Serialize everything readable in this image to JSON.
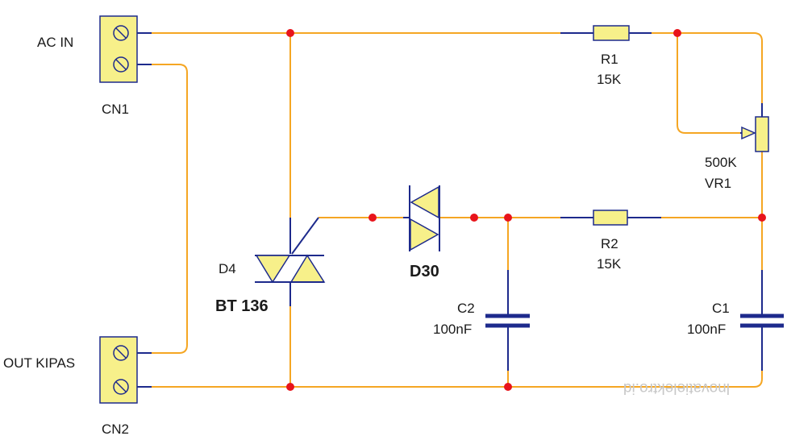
{
  "connectors": {
    "cn1": {
      "name": "CN1",
      "label": "AC IN"
    },
    "cn2": {
      "name": "CN2",
      "label": "OUT KIPAS"
    }
  },
  "resistors": {
    "r1": {
      "name": "R1",
      "value": "15K"
    },
    "r2": {
      "name": "R2",
      "value": "15K"
    },
    "vr1": {
      "name": "VR1",
      "value": "500K"
    }
  },
  "capacitors": {
    "c1": {
      "name": "C1",
      "value": "100nF"
    },
    "c2": {
      "name": "C2",
      "value": "100nF"
    }
  },
  "triac": {
    "ref": "D4",
    "part": "BT 136"
  },
  "diac": {
    "ref": "D30"
  },
  "watermark": "lnovatielektro.id",
  "colors": {
    "wire": "#f5a623",
    "lead": "#1d2a8c",
    "junction": "#e8141b",
    "body": "#f7f08a"
  }
}
